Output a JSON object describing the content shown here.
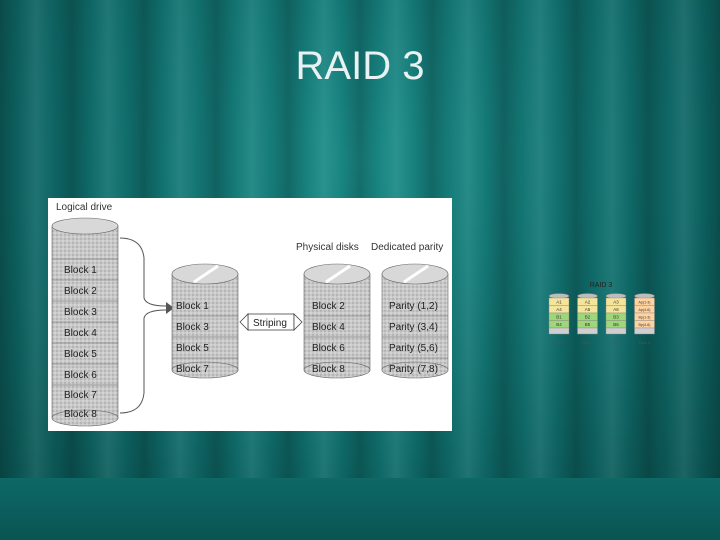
{
  "slide": {
    "title": "RAID 3"
  },
  "figure": {
    "logical_drive_label": "Logical drive",
    "physical_disks_label": "Physical disks",
    "dedicated_parity_label": "Dedicated parity",
    "striping_label": "Striping",
    "logical_blocks": [
      "Block 1",
      "Block 2",
      "Block 3",
      "Block 4",
      "Block 5",
      "Block 6",
      "Block 7",
      "Block 8"
    ],
    "disk1_blocks": [
      "Block 1",
      "Block 3",
      "Block 5",
      "Block 7"
    ],
    "disk2_blocks": [
      "Block 2",
      "Block 4",
      "Block 6",
      "Block 8"
    ],
    "parity_blocks": [
      "Parity (1,2)",
      "Parity (3,4)",
      "Parity (5,6)",
      "Parity (7,8)"
    ]
  },
  "mini_diagram": {
    "title": "RAID 3",
    "columns": [
      {
        "cells": [
          "A1",
          "A4",
          "B1",
          "B4"
        ],
        "footer": "Disk 0"
      },
      {
        "cells": [
          "A2",
          "A5",
          "B2",
          "B5"
        ],
        "footer": "Disk 1"
      },
      {
        "cells": [
          "A3",
          "A6",
          "B3",
          "B6"
        ],
        "footer": "Disk 2"
      },
      {
        "cells": [
          "Ap(1-3)",
          "Ap(4-6)",
          "Bp(1-3)",
          "Bp(4-6)"
        ],
        "footer": "Disk 3"
      }
    ],
    "colors": {
      "row1": "#f5e59a",
      "row2": "#f5e59a",
      "row3": "#9ed67a",
      "row4": "#9ed67a",
      "parity": "#ffd3a0"
    }
  },
  "colors": {
    "background": "#0f6e6c",
    "title": "#e8f2f2",
    "cylinder": "#bdbdbd"
  }
}
